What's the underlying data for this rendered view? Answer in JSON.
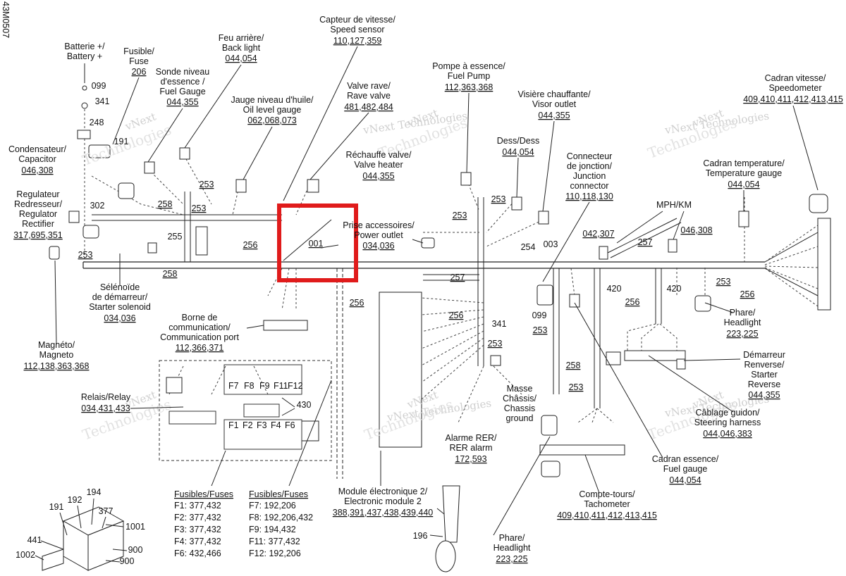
{
  "doc_code": "43M0507",
  "watermark": {
    "line1": "vNext",
    "line2": "Technologies",
    "line3": "vNext Technologies"
  },
  "labels": {
    "battery": {
      "fr": "Batterie +/",
      "en": "Battery +"
    },
    "fuse": {
      "fr": "Fusible/",
      "en": "Fuse",
      "ref": "206"
    },
    "fuel_level_sensor": {
      "fr1": "Sonde niveau",
      "fr2": "d'essence /",
      "en": "Fuel Gauge",
      "ref": "044,355"
    },
    "back_light": {
      "fr": "Feu arrière/",
      "en": "Back light",
      "ref": "044,054"
    },
    "speed_sensor": {
      "fr": "Capteur de vitesse/",
      "en": "Speed sensor",
      "ref": "110,127,359"
    },
    "oil_gauge": {
      "fr": "Jauge niveau d'huile/",
      "en": "Oil level gauge",
      "ref": "062,068,073"
    },
    "rave_valve": {
      "fr": "Valve rave/",
      "en": "Rave valve",
      "ref": "481,482,484"
    },
    "valve_heater": {
      "fr": "Réchauffe valve/",
      "en": "Valve heater",
      "ref": "044,355"
    },
    "fuel_pump": {
      "fr": "Pompe à essence/",
      "en": "Fuel Pump",
      "ref": "112,363,368"
    },
    "visor_outlet": {
      "fr": "Visière chauffante/",
      "en": "Visor outlet",
      "ref": "044,355"
    },
    "dess": {
      "fr": "Dess/Dess",
      "ref": "044,054"
    },
    "junction": {
      "fr1": "Connecteur",
      "fr2": "de jonction/",
      "en1": "Junction",
      "en2": "connector",
      "ref": "110,118,130"
    },
    "speedometer": {
      "fr": "Cadran vitesse/",
      "en": "Speedometer",
      "ref": "409,410,411,412,413,415"
    },
    "temp_gauge": {
      "fr": "Cadran temperature/",
      "en": "Temperature gauge",
      "ref": "044,054"
    },
    "mph_km": {
      "text": "MPH/KM"
    },
    "capacitor": {
      "fr": "Condensateur/",
      "en": "Capacitor",
      "ref": "046,308"
    },
    "regulator": {
      "fr1": "Regulateur",
      "fr2": "Redresseur/",
      "en1": "Regulator",
      "en2": "Rectifier",
      "ref": "317,695,351"
    },
    "power_outlet": {
      "fr": "Prise accessoires/",
      "en": "Power outlet",
      "ref": "034,036"
    },
    "starter_solenoid": {
      "fr1": "Sélénoïde",
      "fr2": "de démarreur/",
      "en": "Starter solenoid",
      "ref": "034,036"
    },
    "comm_port": {
      "fr1": "Borne de",
      "fr2": "communication/",
      "en": "Communication port",
      "ref": "112,366,371"
    },
    "magneto": {
      "fr": "Magnéto/",
      "en": "Magneto",
      "ref": "112,138,363,368"
    },
    "relay": {
      "text": "Relais/Relay",
      "ref": "034,431,433"
    },
    "headlight_right": {
      "fr": "Phare/",
      "en": "Headlight",
      "ref": "223,225"
    },
    "reverse_starter": {
      "fr1": "Démarreur",
      "fr2": "Renverse/",
      "en1": "Starter",
      "en2": "Reverse",
      "ref": "044,355"
    },
    "steering_harness": {
      "fr": "Câblage guidon/",
      "en": "Steering harness",
      "ref": "044,046,383"
    },
    "chassis_ground": {
      "fr1": "Masse",
      "fr2": "Châssis/",
      "en1": "Chassis",
      "en2": "ground"
    },
    "rer_alarm": {
      "fr": "Alarme RER/",
      "en": "RER alarm",
      "ref": "172,593"
    },
    "fuel_gauge_dial": {
      "fr": "Cadran essence/",
      "en": "Fuel gauge",
      "ref": "044,054"
    },
    "tachometer": {
      "fr": "Compte-tours/",
      "en": "Tachometer",
      "ref": "409,410,411,412,413,415"
    },
    "ecm2": {
      "fr": "Module électronique 2/",
      "en": "Electronic module 2",
      "ref": "388,391,437,438,439,440"
    },
    "headlight_bottom": {
      "fr": "Phare/",
      "en": "Headlight",
      "ref": "223,225"
    }
  },
  "callouts": {
    "c099a": "099",
    "c341a": "341",
    "c248": "248",
    "c191a": "191",
    "c253a": "253",
    "c258a": "258",
    "c253b": "253",
    "c302": "302",
    "c255": "255",
    "c256a": "256",
    "c253c": "253",
    "c258b": "258",
    "c001": "001",
    "c256b": "256",
    "c253d": "253",
    "c253e": "253",
    "c254": "254",
    "c003": "003",
    "c257a": "257",
    "c256c": "256",
    "c099b": "099",
    "c341b": "341",
    "c253f": "253",
    "c253g": "253",
    "c042": "042,307",
    "c257b": "257",
    "c046": "046,308",
    "c420a": "420",
    "c420b": "420",
    "c253h": "253",
    "c256d": "256",
    "c256e": "256",
    "c258c": "258",
    "c253i": "253",
    "c430": "430",
    "c194": "194",
    "c192": "192",
    "c191b": "191",
    "c377": "377",
    "c1001": "1001",
    "c441": "441",
    "c900a": "900",
    "c1002": "1002",
    "c900b": "900",
    "c196": "196"
  },
  "fuses_left": {
    "title": "Fusibles/Fuses",
    "rows": [
      "F1: 377,432",
      "F2: 377,432",
      "F3: 377,432",
      "F4: 377,432",
      "F6: 432,466"
    ]
  },
  "fuses_right": {
    "title": "Fusibles/Fuses",
    "rows": [
      "F7: 192,206",
      "F8: 192,206,432",
      "F9: 194,432",
      "F11: 377,432",
      "F12: 192,206"
    ]
  },
  "fuse_slots": [
    "F1",
    "F2",
    "F3",
    "F4",
    "F6",
    "F7",
    "F8",
    "F9",
    "F11",
    "F12"
  ],
  "highlight_color": "#e01b1b"
}
